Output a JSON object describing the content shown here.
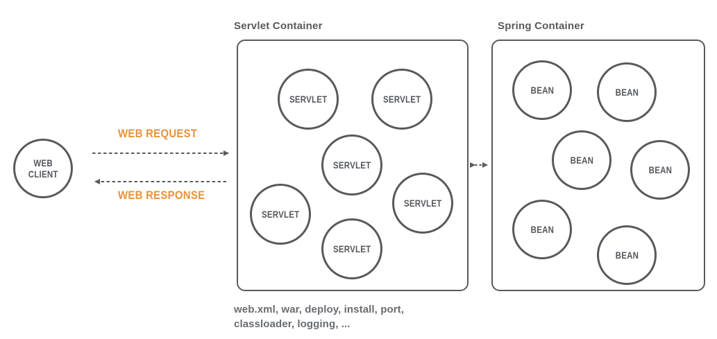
{
  "web_client": {
    "label_line1": "WEB",
    "label_line2": "CLIENT"
  },
  "flows": {
    "request_label": "WEB REQUEST",
    "response_label": "WEB RESPONSE",
    "request_arrow": "dashed-arrow-right",
    "response_arrow": "dashed-arrow-left",
    "container_link_arrow": "dashed-arrow-both"
  },
  "servlet_container": {
    "title": "Servlet Container",
    "circles": [
      {
        "label": "SERVLET"
      },
      {
        "label": "SERVLET"
      },
      {
        "label": "SERVLET"
      },
      {
        "label": "SERVLET"
      },
      {
        "label": "SERVLET"
      },
      {
        "label": "SERVLET"
      }
    ],
    "caption_line1": "web.xml, war, deploy, install, port,",
    "caption_line2": "classloader, logging, ..."
  },
  "spring_container": {
    "title": "Spring Container",
    "circles": [
      {
        "label": "BEAN"
      },
      {
        "label": "BEAN"
      },
      {
        "label": "BEAN"
      },
      {
        "label": "BEAN"
      },
      {
        "label": "BEAN"
      },
      {
        "label": "BEAN"
      }
    ]
  },
  "colors": {
    "accent_orange": "#e8923a",
    "line_gray": "#58595b",
    "caption_gray": "#696c70"
  }
}
